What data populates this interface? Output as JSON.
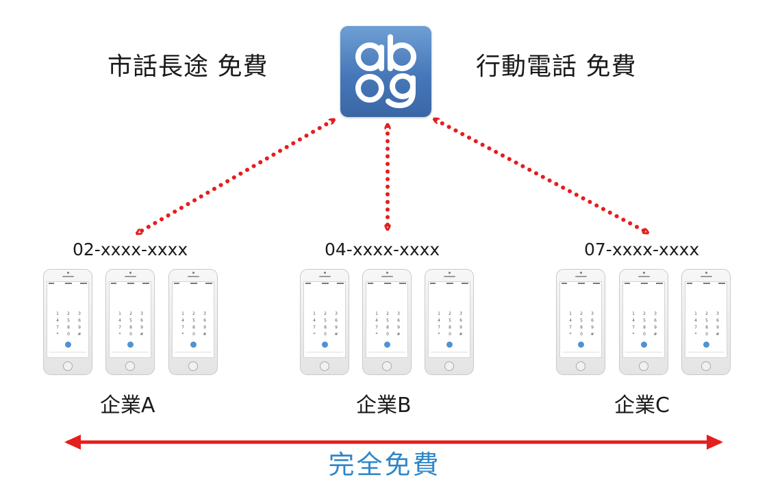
{
  "top_left_label": "市話長途 免費",
  "top_right_label": "行動電話 免費",
  "logo": {
    "icon": "abg-logo-icon",
    "gradient_top": "#6e9fd4",
    "gradient_bottom": "#3a67a6"
  },
  "groups": [
    {
      "number": "02-xxxx-xxxx",
      "enterprise": "企業A"
    },
    {
      "number": "04-xxxx-xxxx",
      "enterprise": "企業B"
    },
    {
      "number": "07-xxxx-xxxx",
      "enterprise": "企業C"
    }
  ],
  "keypad_keys": [
    "1",
    "2",
    "3",
    "4",
    "5",
    "6",
    "7",
    "8",
    "9",
    "*",
    "0",
    "#"
  ],
  "bottom_label": "完全免費",
  "colors": {
    "arrow": "#e51e1e",
    "bottom_label": "#2f86c8",
    "text": "#1a1a1a"
  }
}
